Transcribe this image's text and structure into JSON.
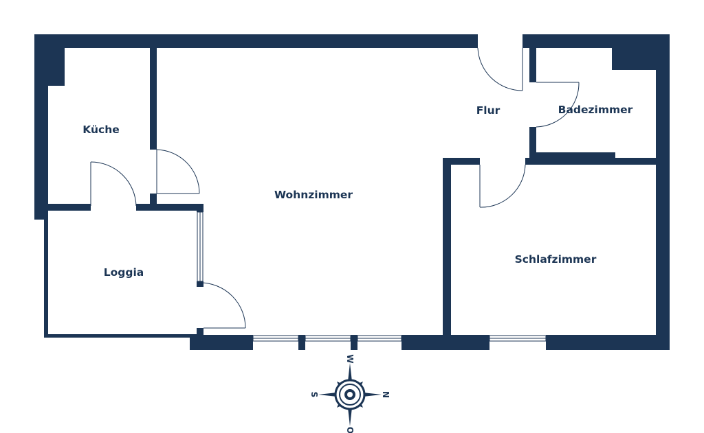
{
  "colors": {
    "wall": "#1c3554",
    "background": "#ffffff",
    "line": "#1c3554"
  },
  "rooms": {
    "kueche": "Küche",
    "wohnzimmer": "Wohnzimmer",
    "flur": "Flur",
    "badezimmer": "Badezimmer",
    "schlafzimmer": "Schlafzimmer",
    "loggia": "Loggia"
  },
  "compass": {
    "top": "W",
    "right": "N",
    "bottom": "O",
    "left": "S"
  }
}
